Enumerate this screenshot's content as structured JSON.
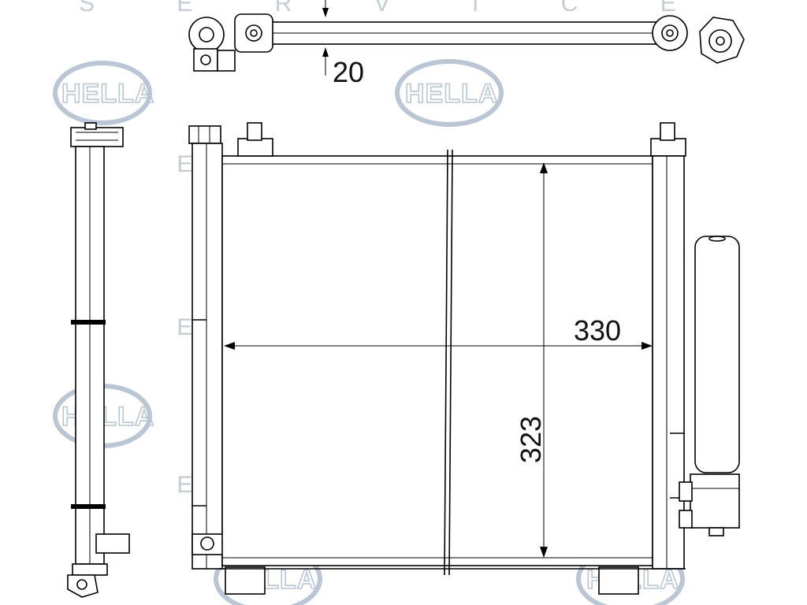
{
  "dimensions": {
    "thickness": "20",
    "width": "330",
    "height": "323"
  },
  "watermark": {
    "logo_text": "HELLA",
    "service_text": "S E R V I C E"
  },
  "colors": {
    "line": "#000000",
    "watermark": "#b9c6d6",
    "background": "#ffffff"
  }
}
